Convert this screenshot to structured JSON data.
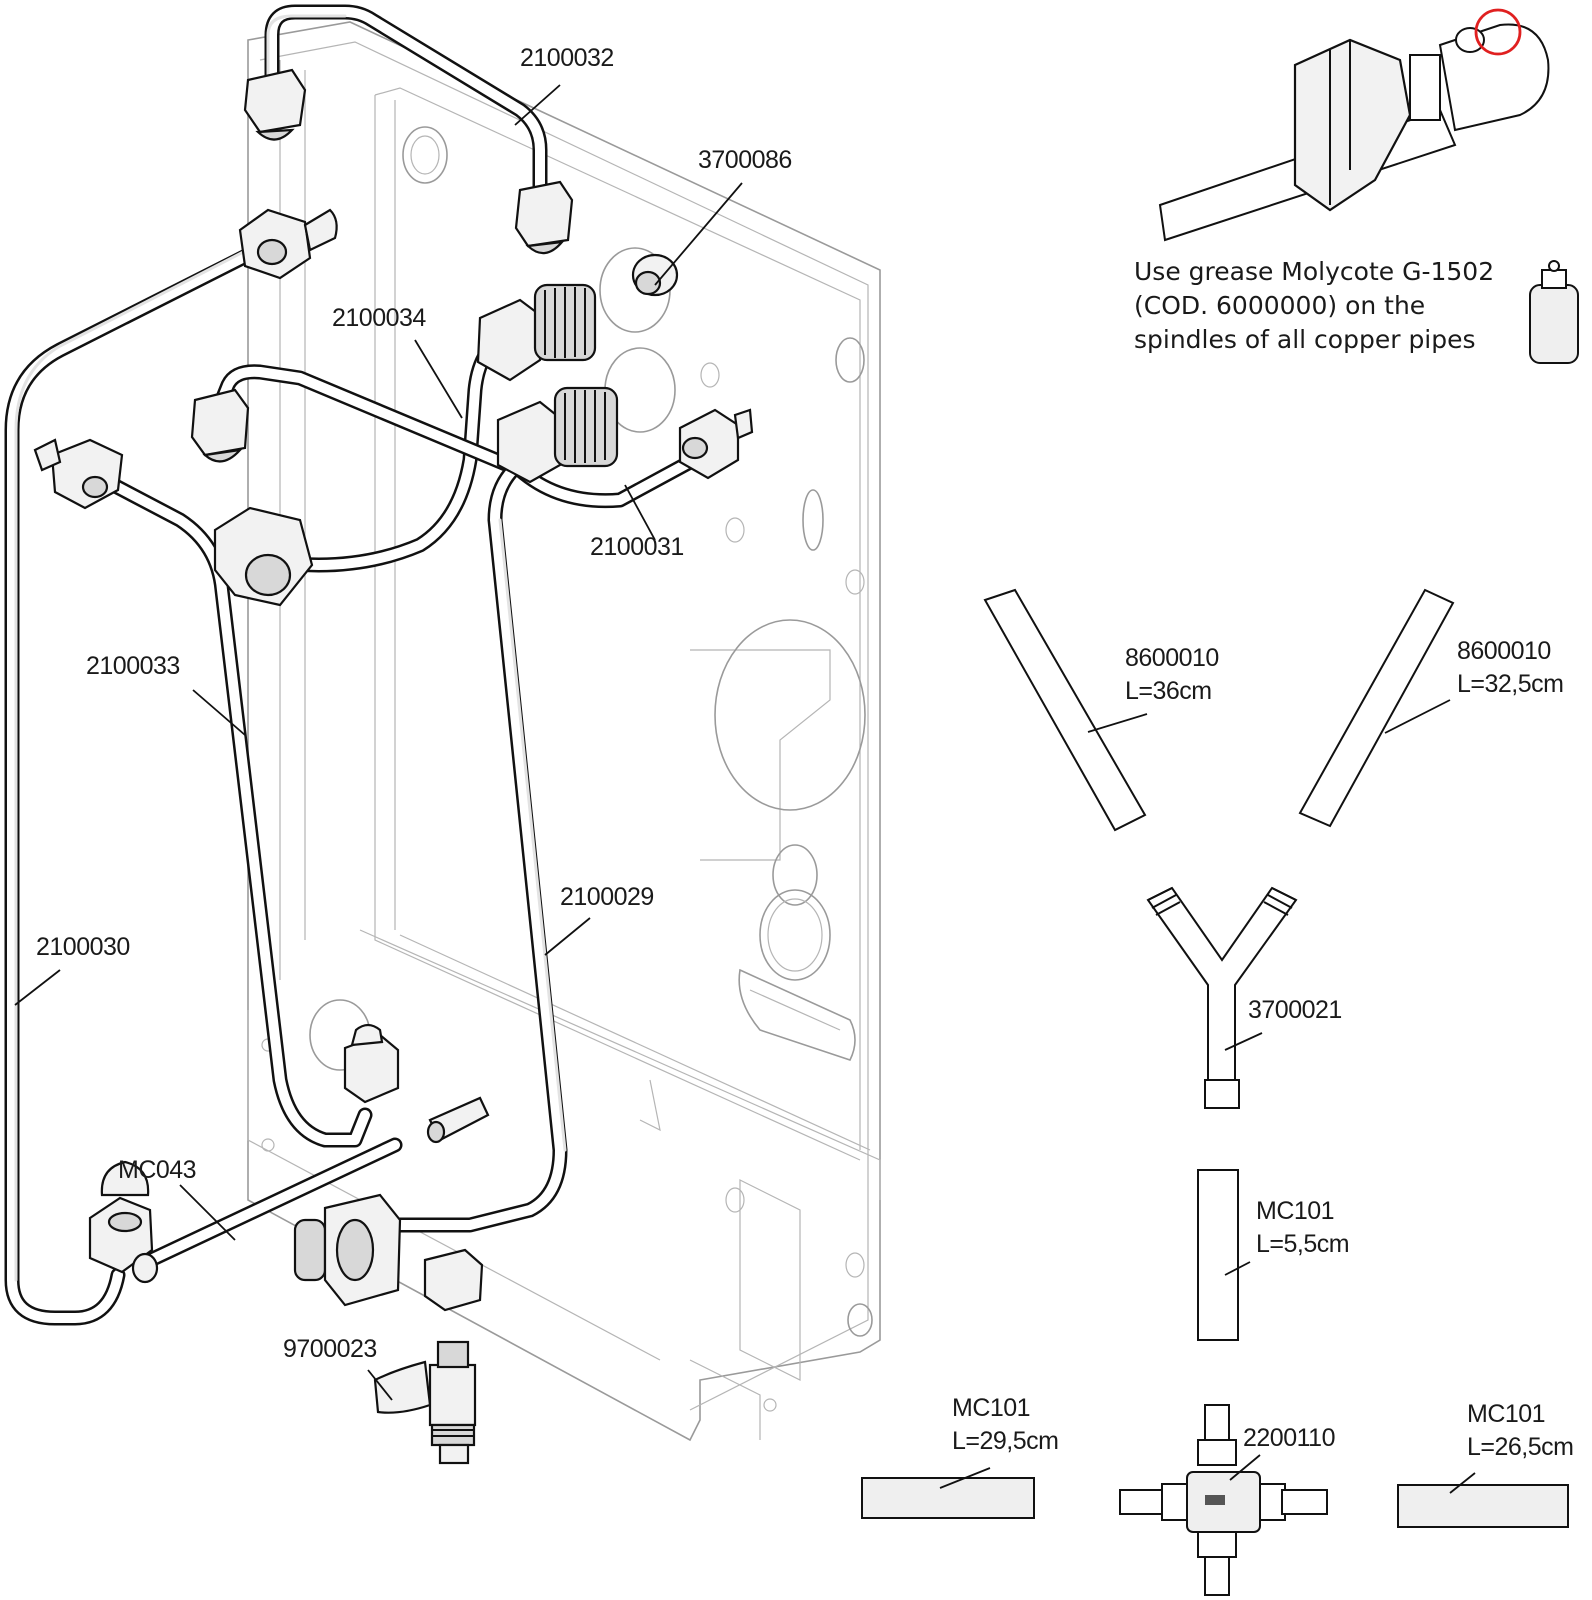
{
  "labels": {
    "p2100032": "2100032",
    "p3700086": "3700086",
    "p2100034": "2100034",
    "p2100031": "2100031",
    "p2100033": "2100033",
    "p2100029": "2100029",
    "p2100030": "2100030",
    "pMC043": "MC043",
    "p9700023": "9700023",
    "p8600010a": "8600010",
    "p8600010a_len": "L=36cm",
    "p8600010b": "8600010",
    "p8600010b_len": "L=32,5cm",
    "p3700021": "3700021",
    "pMC101a": "MC101",
    "pMC101a_len": "L=5,5cm",
    "pMC101b": "MC101",
    "pMC101b_len": "L=29,5cm",
    "p2200110": "2200110",
    "pMC101c": "MC101",
    "pMC101c_len": "L=26,5cm"
  },
  "note": {
    "line1": "Use grease Molycote G-1502",
    "line2": "(COD. 6000000) on the",
    "line3": "spindles of all copper pipes"
  },
  "colors": {
    "highlight_circle": "#e02020",
    "line": "#111111",
    "frame": "#9a9a9a"
  },
  "icons": {
    "detail": "fitting-detail-icon",
    "grease": "grease-tube-icon"
  }
}
